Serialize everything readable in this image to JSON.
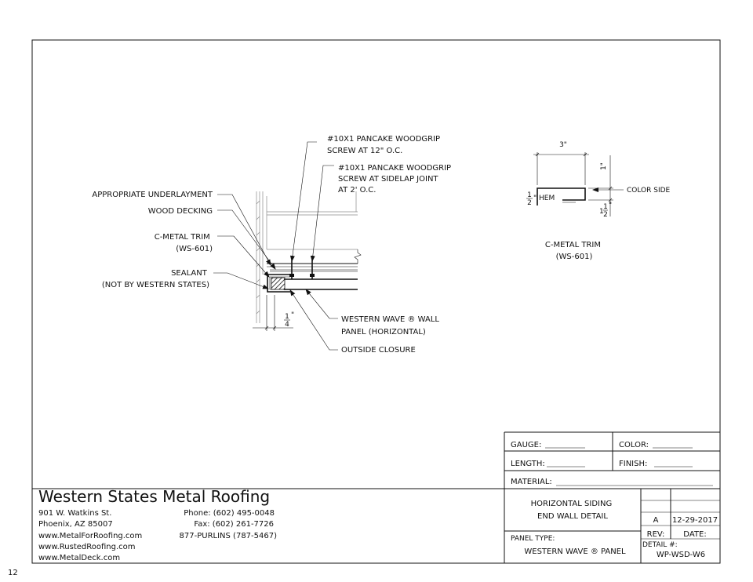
{
  "page_number": "12",
  "callouts": {
    "screw_12": [
      "#10X1 PANCAKE WOODGRIP",
      "SCREW AT 12\" O.C."
    ],
    "screw_sidelap": [
      "#10X1 PANCAKE WOODGRIP",
      "SCREW AT SIDELAP JOINT",
      "AT 2' O.C."
    ],
    "underlayment": "APPROPRIATE UNDERLAYMENT",
    "wood_decking": "WOOD DECKING",
    "cmetal_trim": [
      "C-METAL TRIM",
      "(WS-601)"
    ],
    "sealant": [
      "SEALANT",
      "(NOT BY WESTERN STATES)"
    ],
    "wall_panel": [
      "WESTERN WAVE ® WALL",
      "PANEL (HORIZONTAL)"
    ],
    "outside_closure": "OUTSIDE CLOSURE",
    "gap_dim_num": "1",
    "gap_dim_den": "4",
    "gap_dim_unit": "\""
  },
  "trim_profile": {
    "width_dim": "3\"",
    "height_dim": "1\"",
    "hem_num": "1",
    "hem_den": "2",
    "hem_label": "\" HEM",
    "return_whole": "1",
    "return_num": "1",
    "return_den": "2",
    "return_unit": "\"",
    "color_side": "COLOR SIDE",
    "title": [
      "C-METAL TRIM",
      "(WS-601)"
    ]
  },
  "specs": {
    "gauge_label": "GAUGE:",
    "color_label": "COLOR:",
    "length_label": "LENGTH:",
    "finish_label": "FINISH:",
    "material_label": "MATERIAL:"
  },
  "company": {
    "name": "Western States Metal Roofing",
    "street": "901 W. Watkins St.",
    "city": "Phoenix, AZ 85007",
    "sites": [
      "www.MetalForRoofing.com",
      "www.RustedRoofing.com",
      "www.MetalDeck.com"
    ],
    "phone": "Phone: (602) 495-0048",
    "fax": "Fax: (602) 261-7726",
    "tollfree": "877-PURLINS (787-5467)"
  },
  "title_block": {
    "title": [
      "HORIZONTAL SIDING",
      "END WALL DETAIL"
    ],
    "panel_type_label": "PANEL TYPE:",
    "panel_type": "WESTERN WAVE ® PANEL",
    "rev": "A",
    "date": "12-29-2017",
    "rev_label": "REV:",
    "date_label": "DATE:",
    "detail_label": "DETAIL #:",
    "detail_no": "WP-WSD-W6"
  }
}
